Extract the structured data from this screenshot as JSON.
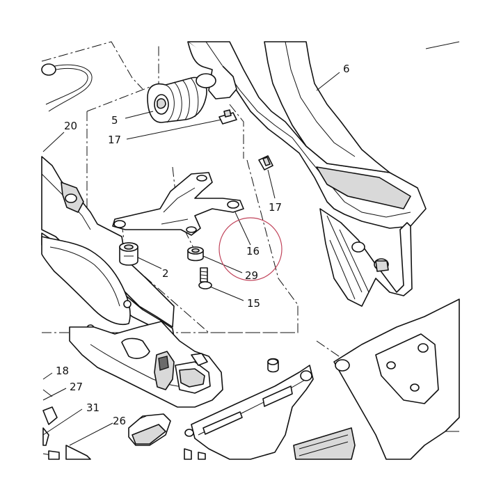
{
  "diagram": {
    "callouts": [
      {
        "id": "c5",
        "label": "5"
      },
      {
        "id": "c6",
        "label": "6"
      },
      {
        "id": "c20",
        "label": "20"
      },
      {
        "id": "c17a",
        "label": "17"
      },
      {
        "id": "c17b",
        "label": "17"
      },
      {
        "id": "c16",
        "label": "16"
      },
      {
        "id": "c2",
        "label": "2"
      },
      {
        "id": "c29",
        "label": "29"
      },
      {
        "id": "c15",
        "label": "15"
      },
      {
        "id": "c18",
        "label": "18"
      },
      {
        "id": "c27",
        "label": "27"
      },
      {
        "id": "c31",
        "label": "31"
      },
      {
        "id": "c26",
        "label": "26"
      }
    ],
    "highlighted_callout": "16",
    "colors": {
      "line": "#111111",
      "highlight_circle": "#c0435a",
      "shade": "#d9d9d9"
    }
  }
}
